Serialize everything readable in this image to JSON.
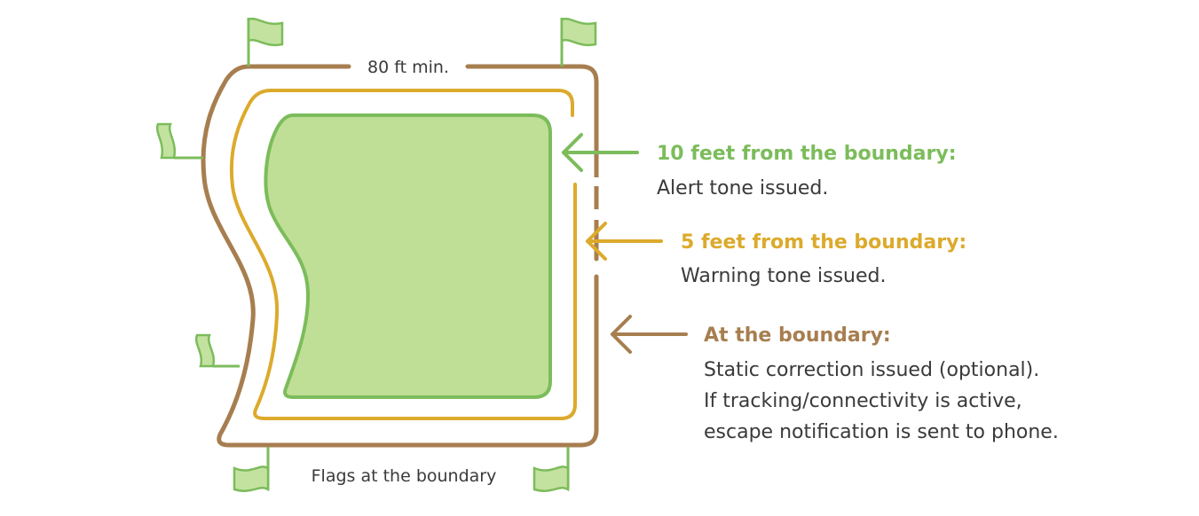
{
  "diagram": {
    "top_dimension_label": "80 ft min.",
    "bottom_label": "Flags at the boundary",
    "zones": [
      {
        "id": "ten-feet",
        "heading": "10 feet from the boundary:",
        "lines": [
          "Alert tone issued."
        ],
        "color": "#7cbc5b"
      },
      {
        "id": "five-feet",
        "heading": "5 feet from the boundary:",
        "lines": [
          "Warning tone issued."
        ],
        "color": "#dcaa2c"
      },
      {
        "id": "boundary",
        "heading": "At the boundary:",
        "lines": [
          "Static correction issued (optional).",
          "If tracking/connectivity is active,",
          "escape notification is sent to phone."
        ],
        "color": "#a77e4f"
      }
    ],
    "colors": {
      "inner_fill": "#bfdf96",
      "inner_stroke": "#7cbc5b",
      "middle_stroke": "#dcaa2c",
      "outer_stroke": "#a77e4f",
      "flag_fill": "#c3e29f",
      "flag_stroke": "#7cbc5b",
      "text": "#3a3a3a"
    }
  }
}
